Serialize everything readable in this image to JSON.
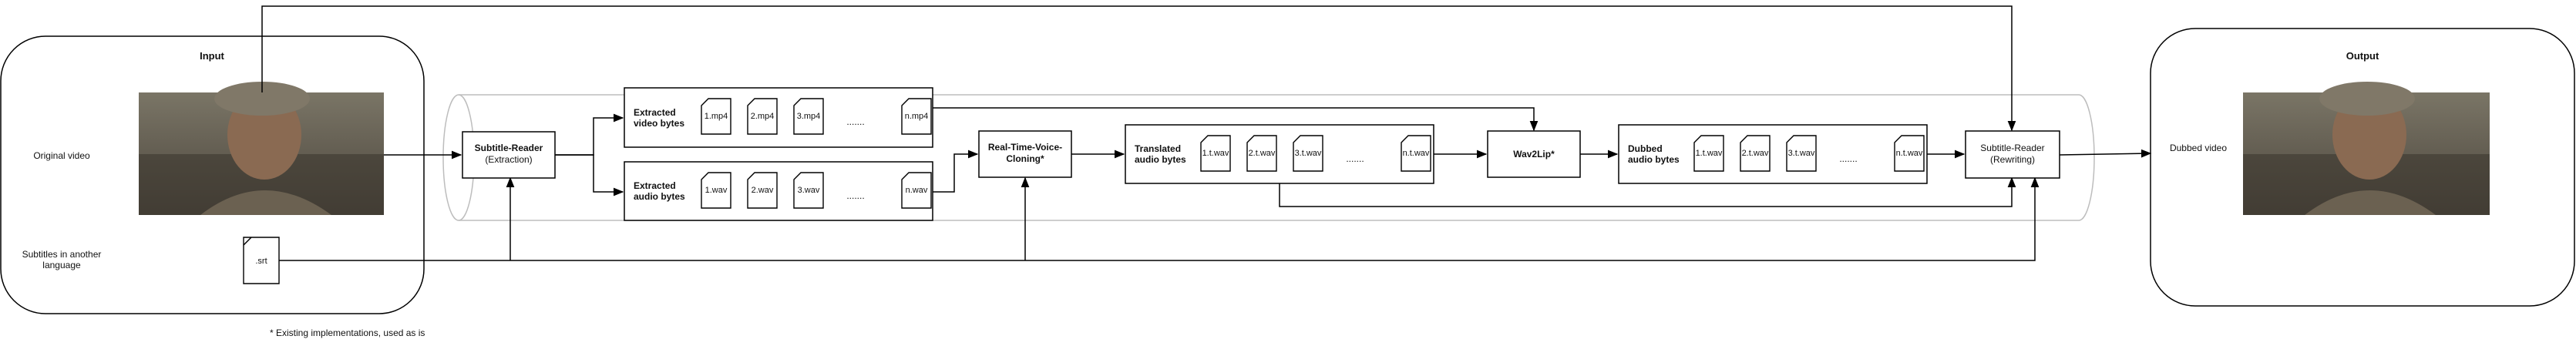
{
  "diagram": {
    "input_panel": {
      "title": "Input",
      "original_video_label": "Original video",
      "subtitles_label": "Subtitles in another language",
      "subtitle_file": ".srt"
    },
    "output_panel": {
      "title": "Output",
      "dubbed_video_label": "Dubbed video"
    },
    "nodes": {
      "subtitle_reader_extraction": {
        "title": "Subtitle-Reader",
        "subtitle": "(Extraction)"
      },
      "extracted_video": {
        "label": "Extracted video bytes",
        "files": [
          "1.mp4",
          "2.mp4",
          "3.mp4",
          ".......",
          "n.mp4"
        ]
      },
      "extracted_audio": {
        "label": "Extracted audio bytes",
        "files": [
          "1.wav",
          "2.wav",
          "3.wav",
          ".......",
          "n.wav"
        ]
      },
      "voice_cloning": {
        "title": "Real-Time-Voice-Cloning*"
      },
      "translated_audio": {
        "label": "Translated audio bytes",
        "files": [
          "1.t.wav",
          "2.t.wav",
          "3.t.wav",
          ".......",
          "n.t.wav"
        ]
      },
      "wav2lip": {
        "title": "Wav2Lip*"
      },
      "dubbed_audio": {
        "label": "Dubbed audio bytes",
        "files": [
          "1.t.wav",
          "2.t.wav",
          "3.t.wav",
          ".......",
          "n.t.wav"
        ]
      },
      "subtitle_reader_rewriting": {
        "title": "Subtitle-Reader",
        "subtitle": "(Rewriting)"
      }
    },
    "footnote": "* Existing implementations, used as is"
  }
}
